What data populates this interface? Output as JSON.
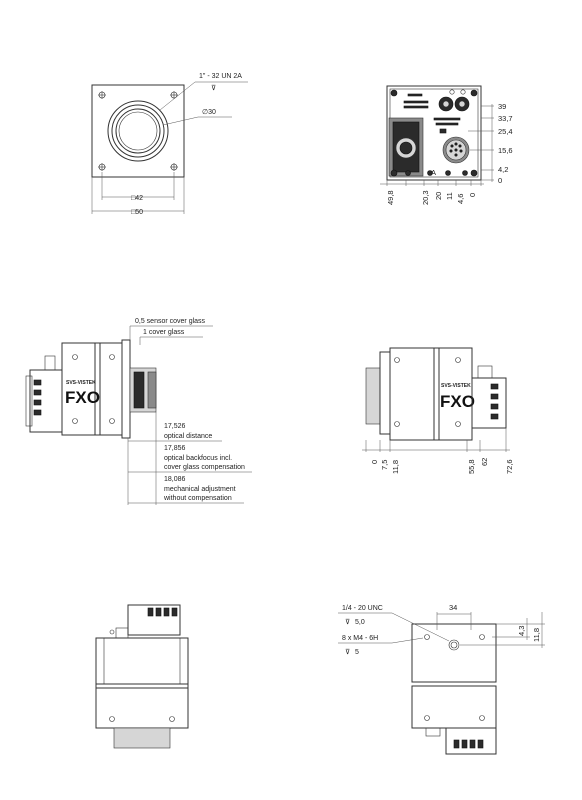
{
  "front_view": {
    "thread_label": "1\" - 32 UN 2A",
    "diameter_label": "∅30",
    "dim_inner": "□42",
    "dim_outer": "□50"
  },
  "rear_view": {
    "dims_right": [
      "39",
      "33,7",
      "25,4",
      "15,6",
      "4,2",
      "0"
    ],
    "dims_bottom": [
      "49,8",
      "20,3",
      "20",
      "11",
      "4,6",
      "0"
    ],
    "marker": "A"
  },
  "side_left": {
    "sensor_cover_glass": "0,5 sensor cover glass",
    "cover_glass": "1  cover glass",
    "optical_distance_value": "17,526",
    "optical_distance_label": "optical distance",
    "backfocus_value": "17,856",
    "backfocus_label_1": "optical backfocus incl.",
    "backfocus_label_2": "cover glass compensation",
    "mech_value": "18,086",
    "mech_label_1": "mechanical adjustment",
    "mech_label_2": "without compensation",
    "brand_small": "SVS-VISTEK",
    "brand_logo": "FXO"
  },
  "side_right": {
    "dims_bottom": [
      "0",
      "7,5",
      "11,8",
      "55,8",
      "62",
      "72,6"
    ],
    "brand_small": "SVS-VISTEK",
    "brand_logo": "FXO"
  },
  "bottom_right": {
    "thread_label": "1/4 - 20 UNC",
    "thread_depth": "5,0",
    "screw_label": "8 x M4 - 6H",
    "screw_depth": "5",
    "dim_width": "34",
    "dim_h1": "4,3",
    "dim_h2": "11,8"
  }
}
